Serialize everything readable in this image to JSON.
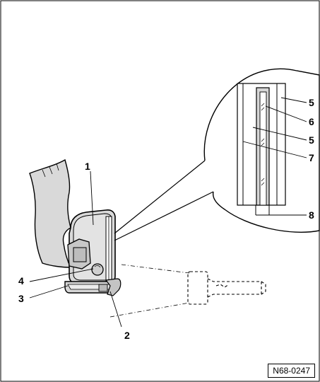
{
  "figure": {
    "reference_code": "N68-0247",
    "callouts": [
      {
        "id": "c1",
        "text": "1"
      },
      {
        "id": "c2",
        "text": "2"
      },
      {
        "id": "c3",
        "text": "3"
      },
      {
        "id": "c4",
        "text": "4"
      },
      {
        "id": "c5a",
        "text": "5"
      },
      {
        "id": "c6",
        "text": "6"
      },
      {
        "id": "c5b",
        "text": "5"
      },
      {
        "id": "c7",
        "text": "7"
      },
      {
        "id": "c8",
        "text": "8"
      }
    ]
  }
}
